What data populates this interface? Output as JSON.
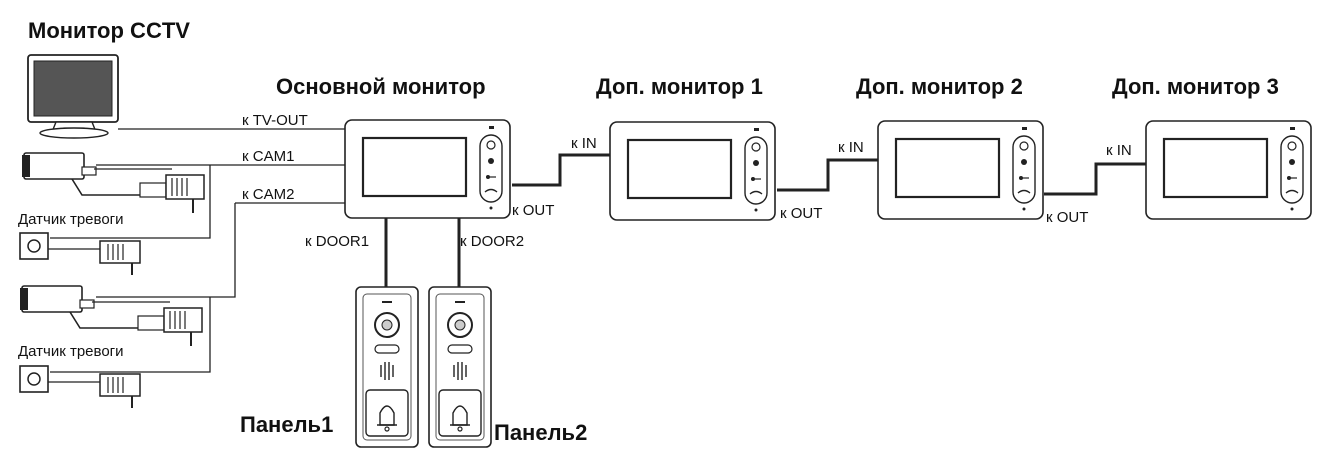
{
  "titles": {
    "cctv_monitor": "Монитор CCTV",
    "main_monitor": "Основной монитор",
    "ext_monitor_1": "Доп. монитор 1",
    "ext_monitor_2": "Доп. монитор 2",
    "ext_monitor_3": "Доп. монитор 3",
    "panel_1": "Панель1",
    "panel_2": "Панель2"
  },
  "labels": {
    "tv_out": "к TV-OUT",
    "cam1": "к CAM1",
    "cam2": "к CAM2",
    "door1": "к DOOR1",
    "door2": "к DOOR2",
    "alarm_sensor_1": "Датчик тревоги",
    "alarm_sensor_2": "Датчик тревоги",
    "main_out": "к OUT",
    "ext1_in": "к IN",
    "ext1_out": "к OUT",
    "ext2_in": "к IN",
    "ext2_out": "к OUT",
    "ext3_in": "к IN"
  },
  "icons": {
    "monitor_buttons": [
      "power-icon",
      "user-icon",
      "key-icon",
      "phone-icon"
    ],
    "panel_bell": "bell-icon"
  },
  "colors": {
    "line": "#222222",
    "device_body": "#ffffff",
    "screen_frame": "#333333"
  }
}
